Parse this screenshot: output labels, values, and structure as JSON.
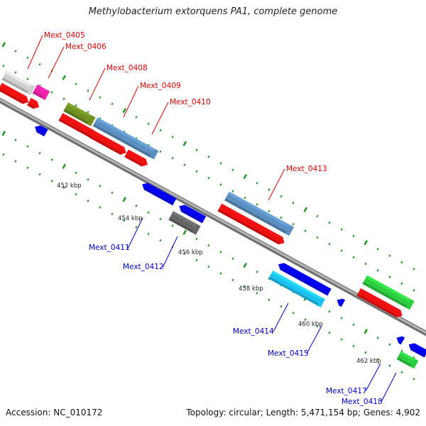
{
  "title": "Methylobacterium extorquens PA1, complete genome",
  "footer": {
    "accession": "Accession: NC_010172",
    "stats": "Topology: circular; Length: 5,471,154 bp; Genes: 4,902"
  },
  "colors": {
    "forward_label": "#dd0000",
    "reverse_label": "#0000cc",
    "backbone": "#8a8a8a",
    "tick": "#229922"
  },
  "scale_labels": [
    "452 kbp",
    "454 kbp",
    "456 kbp",
    "458 kbp",
    "460 kbp",
    "462 kbp"
  ],
  "genes_forward": [
    {
      "label": "Mext_0405",
      "color": "#cfcfcf"
    },
    {
      "label": "Mext_0406",
      "color": "#ee22aa"
    },
    {
      "label": "Mext_0408",
      "color": "#6f8f22"
    },
    {
      "label": "Mext_0409",
      "color": "#5b8fc0"
    },
    {
      "label": "Mext_0410",
      "color": "#5b8fc0"
    },
    {
      "label": "Mext_0413",
      "color": "#5b8fc0"
    }
  ],
  "genes_reverse": [
    {
      "label": "Mext_0411",
      "color": "#0000ee"
    },
    {
      "label": "Mext_0412",
      "color": "#666666"
    },
    {
      "label": "Mext_0414",
      "color": "#1ec0f0"
    },
    {
      "label": "Mext_0415",
      "color": "#0000ee"
    },
    {
      "label": "Mext_0417",
      "color": "#2ecc40"
    },
    {
      "label": "Mext_0418",
      "color": "#0000ee"
    }
  ]
}
